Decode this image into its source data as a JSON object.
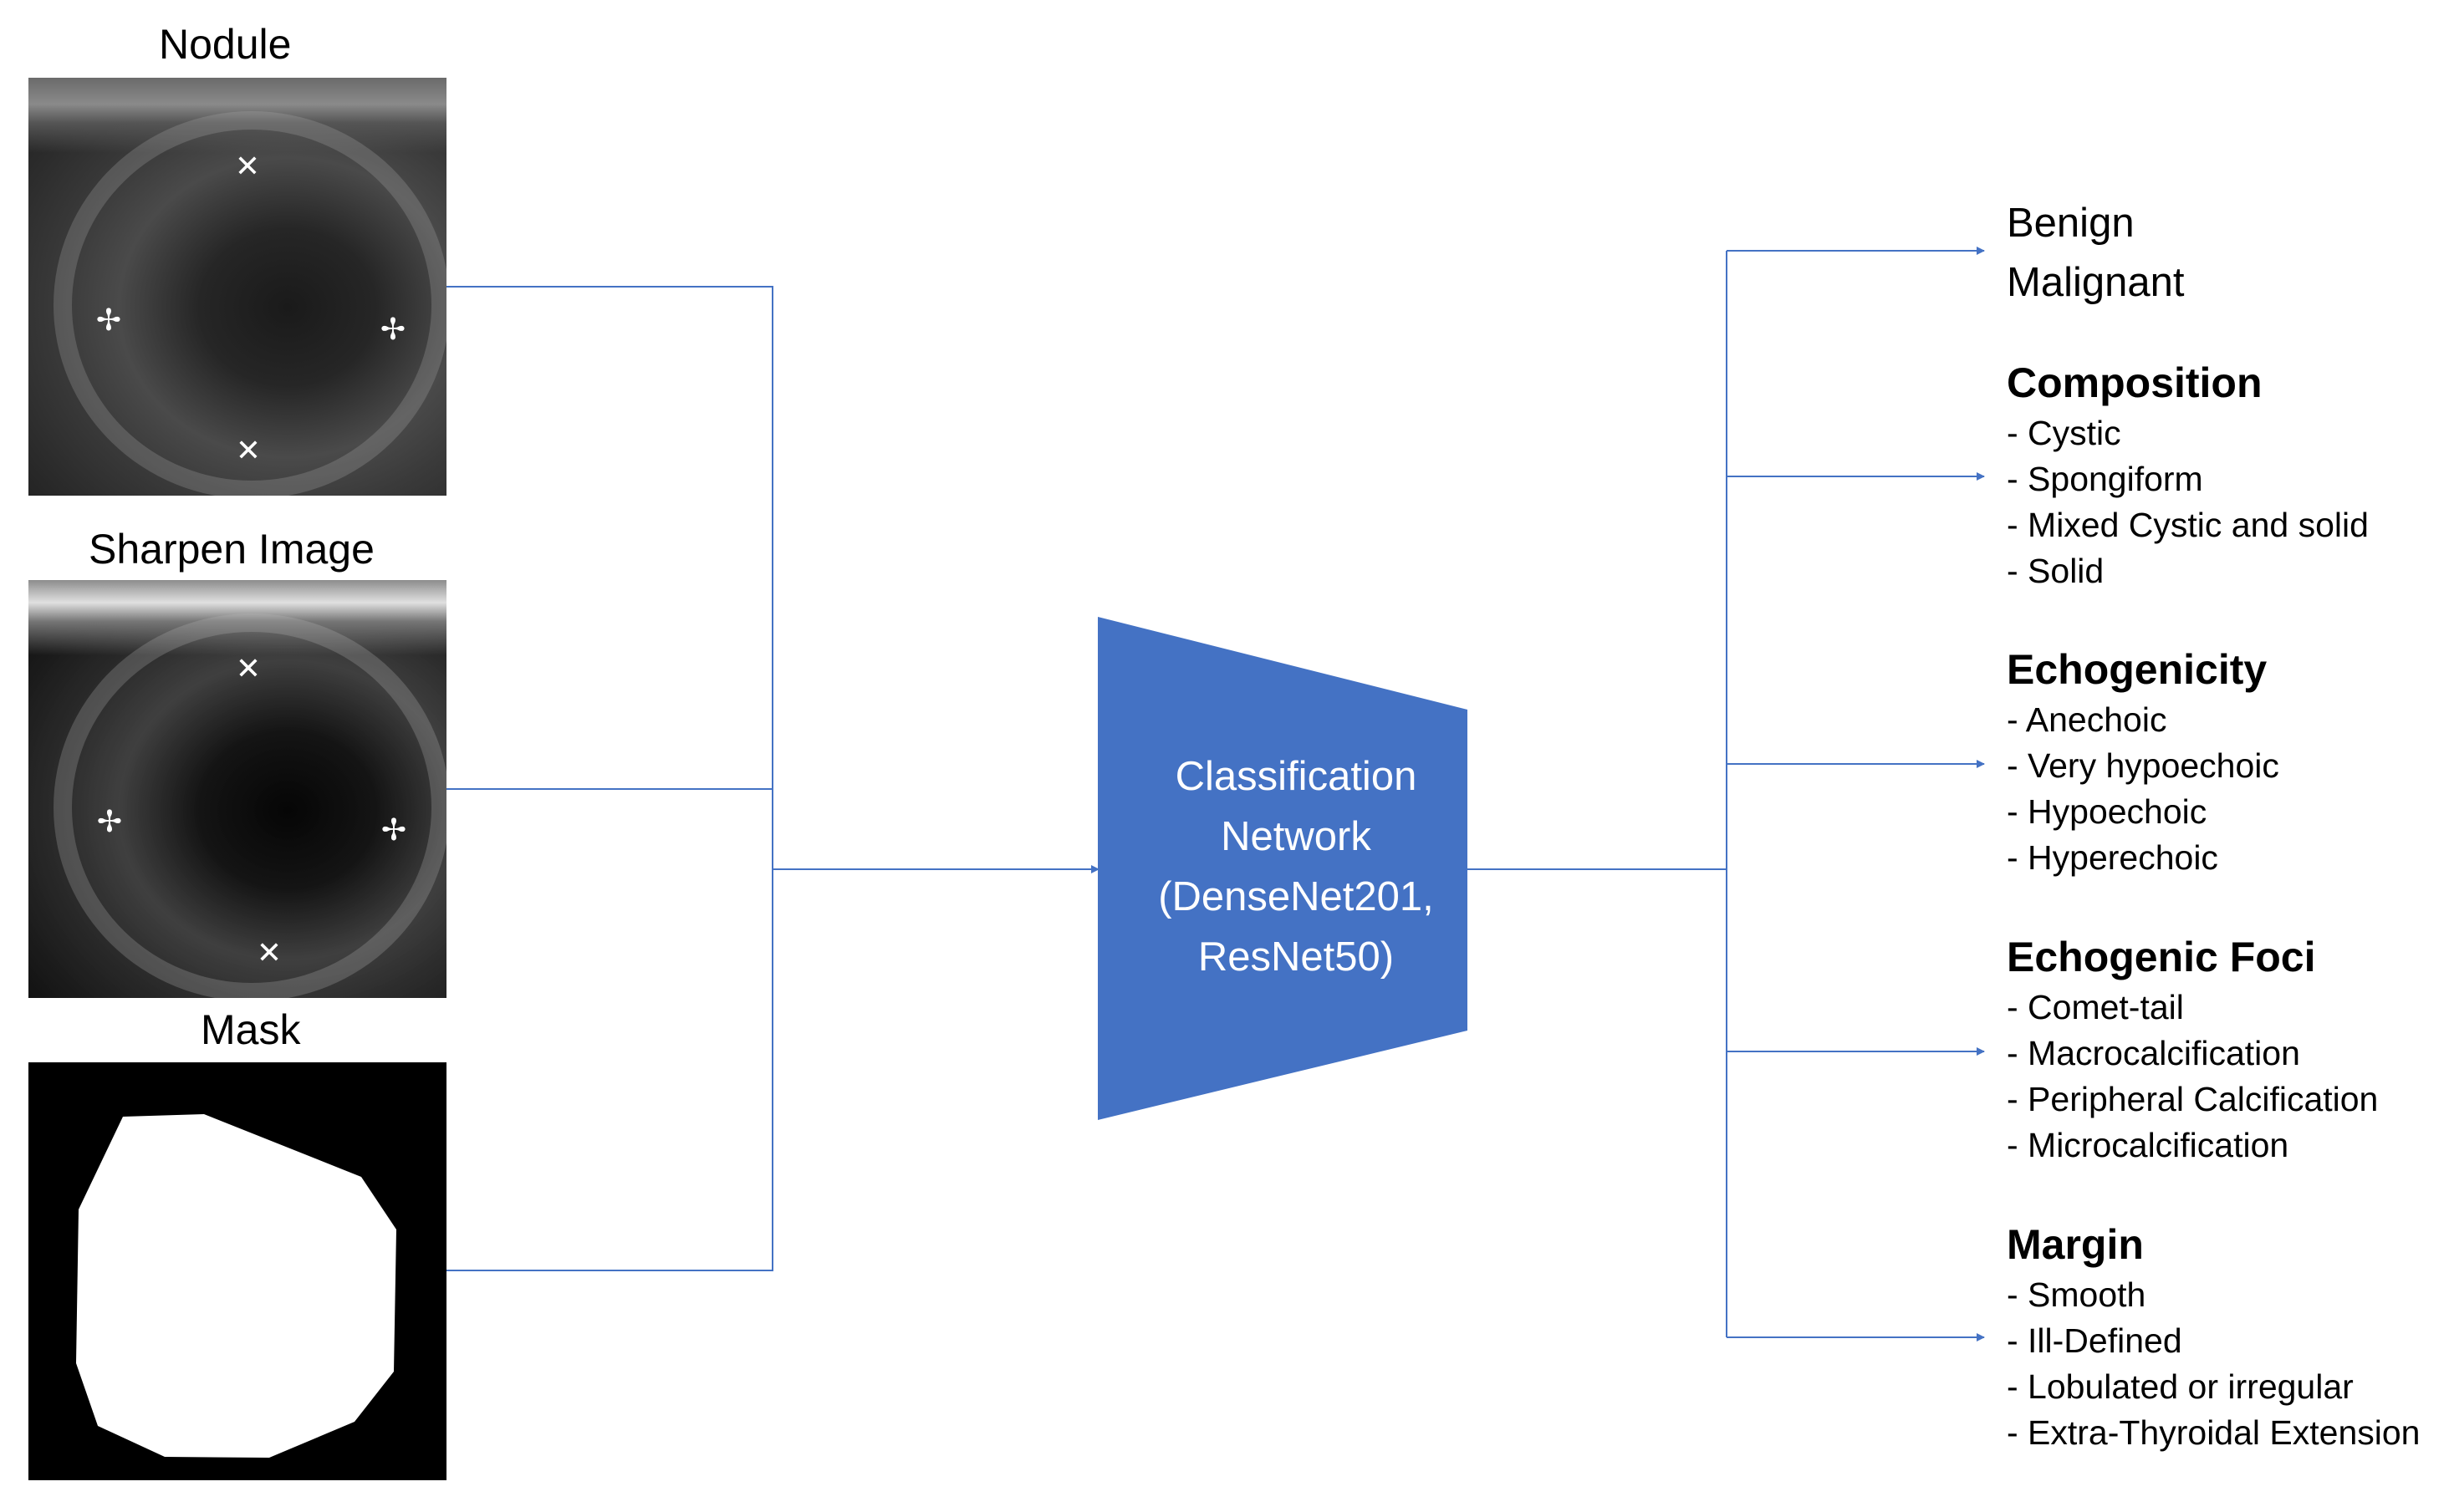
{
  "inputs": {
    "nodule_label": "Nodule",
    "sharpen_label": "Sharpen Image",
    "mask_label": "Mask"
  },
  "network": {
    "line1": "Classification",
    "line2": "Network",
    "line3": "(DenseNet201,",
    "line4": "ResNet50)",
    "color": "#4472c4"
  },
  "outputs": {
    "classes": [
      "Benign",
      "Malignant"
    ],
    "composition": {
      "title": "Composition",
      "items": [
        "- Cystic",
        "- Spongiform",
        "- Mixed Cystic and solid",
        "- Solid"
      ]
    },
    "echogenicity": {
      "title": "Echogenicity",
      "items": [
        "- Anechoic",
        "- Very hypoechoic",
        "- Hypoechoic",
        "- Hyperechoic"
      ]
    },
    "echogenic_foci": {
      "title": "Echogenic Foci",
      "items": [
        "- Comet-tail",
        "- Macrocalcification",
        "- Peripheral Calcification",
        "- Microcalcification"
      ]
    },
    "margin": {
      "title": "Margin",
      "items": [
        "- Smooth",
        "- Ill-Defined",
        "- Lobulated or irregular",
        "- Extra-Thyroidal Extension"
      ]
    }
  },
  "connector_color": "#4472c4"
}
